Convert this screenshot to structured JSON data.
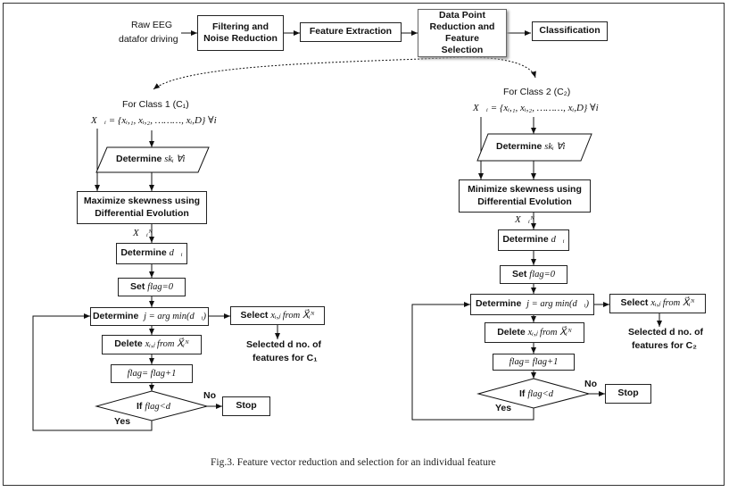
{
  "top": {
    "input_line1": "Raw EEG",
    "input_line2": "datafor driving",
    "filtering": "Filtering and Noise Reduction",
    "feature_extraction": "Feature Extraction",
    "data_point": "Data Point Reduction and Feature Selection",
    "classification": "Classification"
  },
  "left": {
    "class_label": "For Class 1 (C₁)",
    "vector_def": "X⃗ᵢ = {xᵢ,₁, xᵢ,₂, ………, xᵢ,D} ∀i",
    "determine_sk_prefix": "Determine",
    "determine_sk_math": "skᵢ ∀i",
    "optimize": "Maximize skewness using Differential Evolution",
    "xn": "X⃗ᵢᴺ",
    "determine_d_prefix": "Determine",
    "determine_d_math": "d⃗ᵢ",
    "set_flag_prefix": "Set",
    "set_flag_math": "flag=0",
    "argmin_prefix": "Determine",
    "argmin_math": "j = arg min(d⃗ᵢ)",
    "select_prefix": "Select",
    "select_math": "xᵢ,ⱼ from X⃗ᵢᴺ",
    "delete_prefix": "Delete",
    "delete_math": "xᵢ,ⱼ from X⃗ᵢᴺ",
    "increment": "flag= flag+1",
    "decision_prefix": "If",
    "decision_math": "flag<d",
    "no": "No",
    "yes": "Yes",
    "stop": "Stop",
    "selected_line1": "Selected d no. of",
    "selected_line2": "features for C₁"
  },
  "right": {
    "class_label": "For Class 2 (C₂)",
    "vector_def": "X⃗ᵢ = {xᵢ,₁, xᵢ,₂, ………, xᵢ,D} ∀i",
    "determine_sk_prefix": "Determine",
    "determine_sk_math": "skᵢ ∀i",
    "optimize": "Minimize skewness using Differential Evolution",
    "xn": "X⃗ᵢᴺ",
    "determine_d_prefix": "Determine",
    "determine_d_math": "d⃗ᵢ",
    "set_flag_prefix": "Set",
    "set_flag_math": "flag=0",
    "argmin_prefix": "Determine",
    "argmin_math": "j = arg min(d⃗ᵢ)",
    "select_prefix": "Select",
    "select_math": "xᵢ,ⱼ from X⃗ᵢᴺ",
    "delete_prefix": "Delete",
    "delete_math": "xᵢ,ⱼ from X⃗ᵢᴺ",
    "increment": "flag= flag+1",
    "decision_prefix": "If",
    "decision_math": "flag<d",
    "no": "No",
    "yes": "Yes",
    "stop": "Stop",
    "selected_line1": "Selected d no. of",
    "selected_line2": "features for C₂"
  },
  "caption": "Fig.3. Feature vector reduction and selection for an individual feature"
}
